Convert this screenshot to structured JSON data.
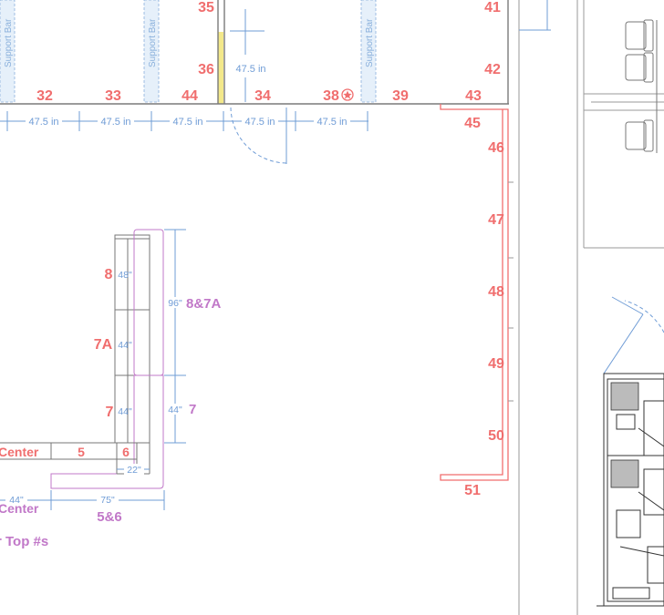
{
  "booths_top": {
    "row1": [
      "35",
      "41"
    ],
    "row2": [
      "36",
      "42"
    ],
    "bottom": [
      "32",
      "33",
      "44",
      "34",
      "38",
      "39",
      "43"
    ],
    "support_bar": "Support Bar",
    "booth_width": "47.5 in"
  },
  "right_column": [
    "45",
    "46",
    "47",
    "48",
    "49",
    "50",
    "51"
  ],
  "island": {
    "numbers": [
      "8",
      "7A",
      "7",
      "5",
      "6"
    ],
    "dims": {
      "d48": "48\"",
      "d44a": "44\"",
      "d44b": "44\"",
      "d96": "96\"",
      "d44c": "44\"",
      "d22": "22\"",
      "d44d": "44\"",
      "d75": "75\""
    },
    "labels": {
      "l87a": "8&7A",
      "l7": "7",
      "l56": "5&6"
    }
  },
  "left_text": {
    "center1": "Center",
    "center2": "Center",
    "top_nums": "r Top #s"
  },
  "colors": {
    "booth_number": "#f06e6e",
    "dimension": "#6f9cd6",
    "combined": "#c178c8",
    "support": "#e6f0fa",
    "highlight": "#f3e88a"
  }
}
